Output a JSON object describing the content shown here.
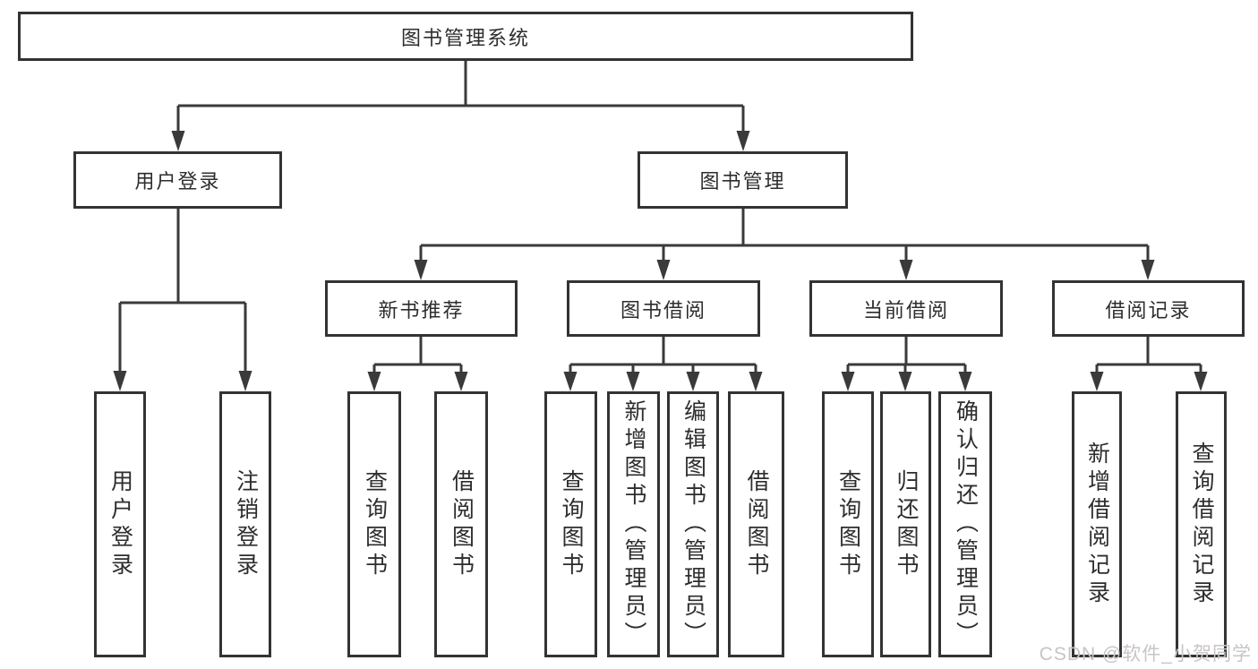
{
  "diagram": {
    "title": "图书管理系统",
    "level2": [
      {
        "label": "用户登录"
      },
      {
        "label": "图书管理"
      }
    ],
    "level3": [
      {
        "label": "新书推荐"
      },
      {
        "label": "图书借阅"
      },
      {
        "label": "当前借阅"
      },
      {
        "label": "借阅记录"
      }
    ],
    "leaves": [
      [
        "用户登录",
        "注销登录"
      ],
      [
        "查询图书",
        "借阅图书"
      ],
      [
        "查询图书",
        "新增图书（管理员）",
        "编辑图书（管理员）",
        "借阅图书"
      ],
      [
        "查询图书",
        "归还图书",
        "确认归还（管理员）"
      ],
      [
        "新增借阅记录",
        "查询借阅记录"
      ]
    ]
  },
  "watermark": "CSDN @软件_小贺同学",
  "colors": {
    "line": "#3a3a3a",
    "text": "#2d2d2d",
    "box_border": "#333333",
    "background": "#ffffff",
    "watermark": "#c9c4c4"
  }
}
